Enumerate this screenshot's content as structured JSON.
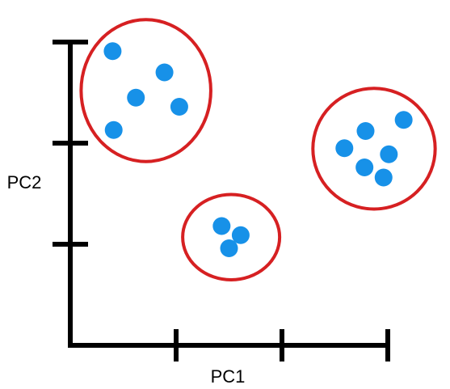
{
  "chart_data": {
    "type": "scatter",
    "title": "",
    "xlabel": "PC1",
    "ylabel": "PC2",
    "xlim": [
      0,
      3
    ],
    "ylim": [
      0,
      3
    ],
    "x_ticks": [
      1,
      2,
      3
    ],
    "y_ticks": [
      1,
      2,
      3
    ],
    "grid": false,
    "colors": {
      "point": "#1791e8",
      "cluster_outline": "#d62022",
      "axis": "#000000"
    },
    "clusters": [
      {
        "points": [
          {
            "x": 0.4,
            "y": 2.91
          },
          {
            "x": 0.89,
            "y": 2.7
          },
          {
            "x": 0.62,
            "y": 2.45
          },
          {
            "x": 1.03,
            "y": 2.36
          },
          {
            "x": 0.41,
            "y": 2.13
          }
        ]
      },
      {
        "points": [
          {
            "x": 2.59,
            "y": 1.95
          },
          {
            "x": 2.79,
            "y": 2.12
          },
          {
            "x": 3.15,
            "y": 2.23
          },
          {
            "x": 3.01,
            "y": 1.89
          },
          {
            "x": 2.78,
            "y": 1.76
          },
          {
            "x": 2.96,
            "y": 1.66
          }
        ]
      },
      {
        "points": [
          {
            "x": 1.43,
            "y": 1.18
          },
          {
            "x": 1.61,
            "y": 1.09
          },
          {
            "x": 1.5,
            "y": 0.96
          }
        ]
      }
    ]
  }
}
